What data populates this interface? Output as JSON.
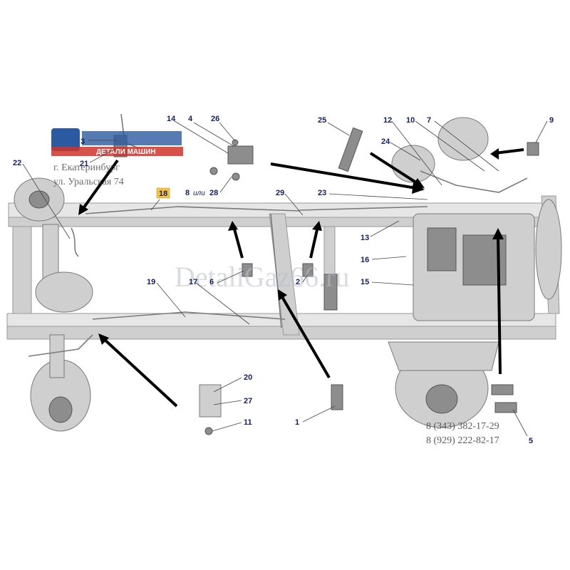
{
  "callouts": {
    "c1": "1",
    "c2": "2",
    "c3": "3",
    "c4": "4",
    "c5": "5",
    "c6": "6",
    "c7": "7",
    "c8": "8",
    "c8_or": "или",
    "c9": "9",
    "c10": "10",
    "c11": "11",
    "c12": "12",
    "c13": "13",
    "c14": "14",
    "c15": "15",
    "c16": "16",
    "c17": "17",
    "c18": "18",
    "c19": "19",
    "c20": "20",
    "c21": "21",
    "c22": "22",
    "c23": "23",
    "c24": "24",
    "c25": "25",
    "c26": "26",
    "c27": "27",
    "c28": "28",
    "c29": "29"
  },
  "logo": {
    "brand_text": "ДЕТАЛИ МАШИН",
    "city": "г. Екатеринбург",
    "street": "ул. Уральская 74"
  },
  "watermark": "DetaliGaz66.ru",
  "phones": [
    "8 (343) 382-17-29",
    "8 (929) 222-82-17"
  ],
  "colors": {
    "callout_text": "#15206a",
    "highlight_badge": "#f5c542",
    "logo_blue": "#2c5aa0",
    "logo_red": "#d0342c"
  }
}
